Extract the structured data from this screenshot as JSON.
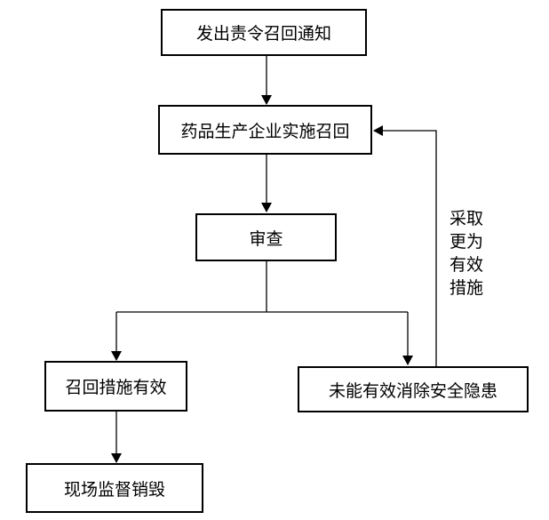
{
  "nodes": {
    "issue_order": "发出责令召回通知",
    "implement_recall": "药品生产企业实施召回",
    "review": "审查",
    "effective": "召回措施有效",
    "not_eliminated": "未能有效消除安全隐患",
    "destroy": "现场监督销毁"
  },
  "feedback_label": {
    "line1": "采取",
    "line2": "更为",
    "line3": "有效",
    "line4": "措施"
  }
}
